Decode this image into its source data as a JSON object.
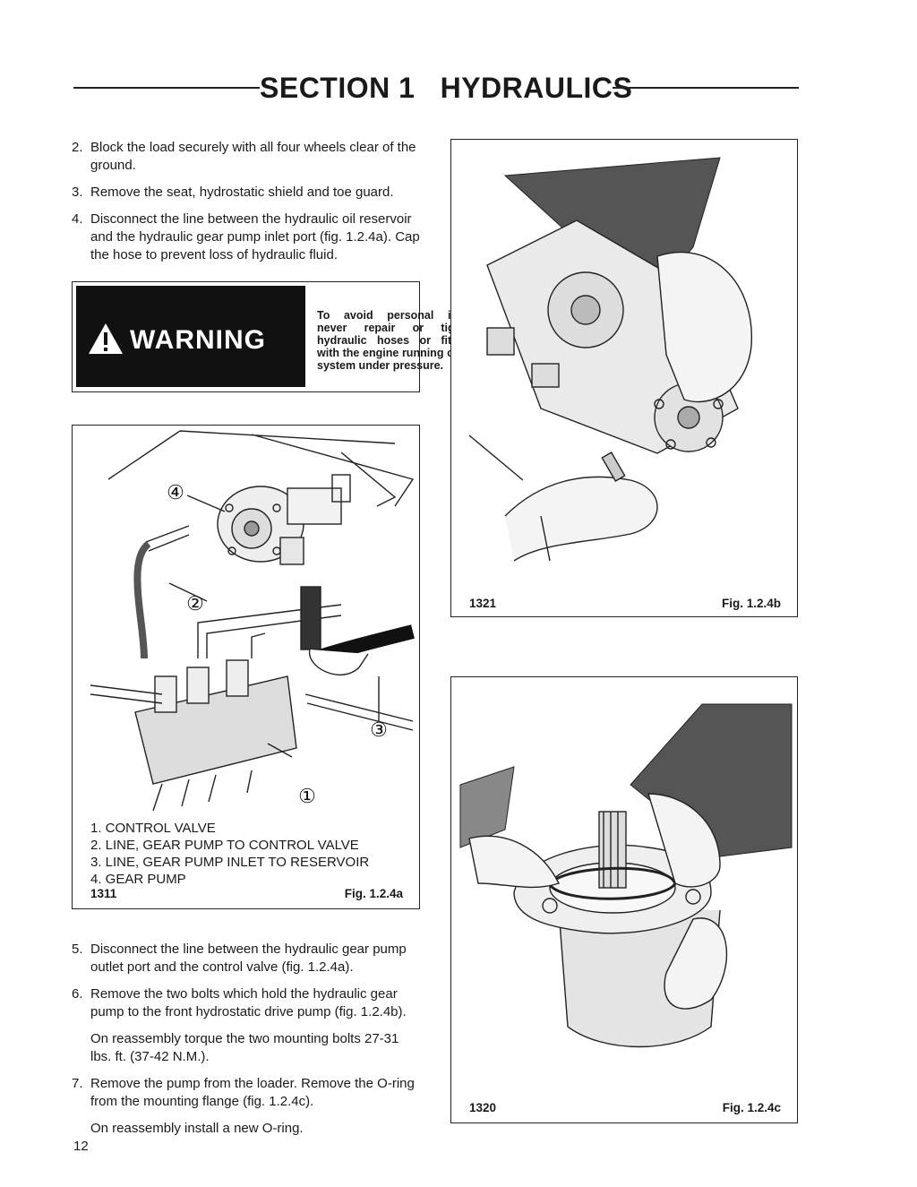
{
  "header": {
    "title": "SECTION 1   HYDRAULICS"
  },
  "steps_top": [
    {
      "num": "2.",
      "text": "Block the load securely with all four wheels clear of the ground."
    },
    {
      "num": "3.",
      "text": "Remove the seat, hydrostatic shield and toe guard."
    },
    {
      "num": "4.",
      "text": "Disconnect the line between the hydraulic oil reservoir and the hydraulic gear pump inlet port (fig. 1.2.4a). Cap the hose to prevent loss of hydraulic fluid."
    }
  ],
  "warning": {
    "label": "WARNING",
    "message": "To avoid personal injury never repair or tighten hydraulic hoses or fittings with the engine running or the system under pressure."
  },
  "fig_a": {
    "callouts": [
      "④",
      "②",
      "③",
      "①"
    ],
    "legend": [
      "1. CONTROL VALVE",
      "2. LINE, GEAR PUMP TO CONTROL VALVE",
      "3. LINE, GEAR PUMP INLET TO RESERVOIR",
      "4. GEAR PUMP"
    ],
    "code": "1311",
    "caption": "Fig. 1.2.4a"
  },
  "fig_b": {
    "code": "1321",
    "caption": "Fig. 1.2.4b"
  },
  "fig_c": {
    "code": "1320",
    "caption": "Fig. 1.2.4c"
  },
  "steps_bottom": [
    {
      "num": "5.",
      "text": "Disconnect the line between the hydraulic gear pump outlet port and the control valve (fig. 1.2.4a)."
    },
    {
      "num": "6.",
      "text": "Remove the two bolts which hold the hydraulic gear pump to the front hydrostatic drive pump (fig. 1.2.4b)."
    },
    {
      "note": "On reassembly torque the two mounting bolts 27-31 lbs. ft. (37-42 N.M.)."
    },
    {
      "num": "7.",
      "text": "Remove the pump from the loader. Remove the O-ring from the mounting flange (fig. 1.2.4c)."
    },
    {
      "note": "On reassembly install a new O-ring."
    }
  ],
  "page_number": "12"
}
